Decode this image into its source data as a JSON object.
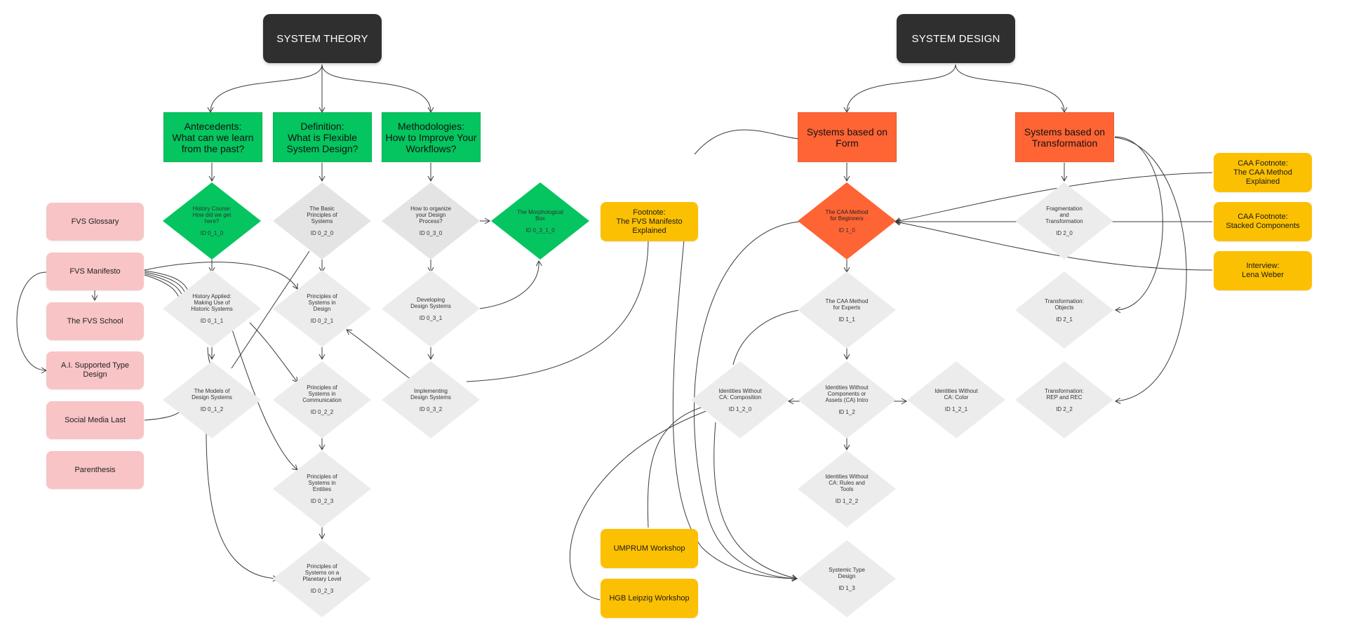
{
  "roots": {
    "system_theory": "SYSTEM THEORY",
    "system_design": "SYSTEM DESIGN"
  },
  "categories": {
    "antecedents": [
      "Antecedents:",
      "What can we learn",
      "from the past?"
    ],
    "definition": [
      "Definition:",
      "What is Flexible",
      "System Design?"
    ],
    "methodologies": [
      "Methodologies:",
      "How to Improve Your",
      "Workflows?"
    ],
    "systems_form": [
      "Systems based on",
      "Form"
    ],
    "systems_transformation": [
      "Systems based on",
      "Transformation"
    ]
  },
  "notes": {
    "fvs_glossary": [
      "FVS Glossary"
    ],
    "fvs_manifesto": [
      "FVS Manifesto"
    ],
    "fvs_school": [
      "The FVS School"
    ],
    "ai_type_design": [
      "A.I. Supported Type Design"
    ],
    "social_media_last": [
      "Social Media Last"
    ],
    "parenthesis": [
      "Parenthesis"
    ],
    "footnote_manifesto": [
      "Footnote:",
      "The FVS Manifesto",
      "Explained"
    ],
    "umprum": [
      "UMPRUM Workshop"
    ],
    "hgb_leipzig": [
      "HGB Leipzig Workshop"
    ],
    "caa_method_explained": [
      "CAA Footnote:",
      "The CAA Method Explained"
    ],
    "caa_stacked": [
      "CAA Footnote:",
      "Stacked Components"
    ],
    "interview_weber": [
      "Interview:",
      "Lena Weber"
    ]
  },
  "diamonds": {
    "d_0_1_0": {
      "label": [
        "History Course:",
        "How did we get",
        "here?"
      ],
      "id": "ID 0_1_0"
    },
    "d_0_1_1": {
      "label": [
        "History Applied:",
        "Making Use of",
        "Historic Systems"
      ],
      "id": "ID 0_1_1"
    },
    "d_0_1_2": {
      "label": [
        "The Models of",
        "Design Systems"
      ],
      "id": "ID 0_1_2"
    },
    "d_0_2_0": {
      "label": [
        "The Basic",
        "Principles of",
        "Systems"
      ],
      "id": "ID 0_2_0"
    },
    "d_0_2_1": {
      "label": [
        "Principles of",
        "Systems in",
        "Design"
      ],
      "id": "ID 0_2_1"
    },
    "d_0_2_2": {
      "label": [
        "Principles of",
        "Systems in",
        "Communication"
      ],
      "id": "ID 0_2_2"
    },
    "d_0_2_3a": {
      "label": [
        "Principles of",
        "Systems in",
        "Entities"
      ],
      "id": "ID 0_2_3"
    },
    "d_0_2_3b": {
      "label": [
        "Principles of",
        "Systems on a",
        "Planetary Level"
      ],
      "id": "ID 0_2_3"
    },
    "d_0_3_0": {
      "label": [
        "How to organize",
        "your Design",
        "Process?"
      ],
      "id": "ID 0_3_0"
    },
    "d_0_3_1": {
      "label": [
        "Developing",
        "Design Systems"
      ],
      "id": "ID 0_3_1"
    },
    "d_0_3_1_0": {
      "label": [
        "The Morphological",
        "Box"
      ],
      "id": "ID 0_3_1_0"
    },
    "d_0_3_2": {
      "label": [
        "Implementing",
        "Design Systems"
      ],
      "id": "ID 0_3_2"
    },
    "d_1_0": {
      "label": [
        "The CAA Method",
        "for Beginners"
      ],
      "id": "ID 1_0"
    },
    "d_1_1": {
      "label": [
        "The CAA Method",
        "for Experts"
      ],
      "id": "ID 1_1"
    },
    "d_1_2": {
      "label": [
        "Identities Without",
        "Components or",
        "Assets (CA) Intro"
      ],
      "id": "ID 1_2"
    },
    "d_1_2_0": {
      "label": [
        "Identities Without",
        "CA: Composition"
      ],
      "id": "ID 1_2_0"
    },
    "d_1_2_1": {
      "label": [
        "Identities Without",
        "CA: Color"
      ],
      "id": "ID 1_2_1"
    },
    "d_1_2_2": {
      "label": [
        "Identities Without",
        "CA: Rules and",
        "Tools"
      ],
      "id": "ID 1_2_2"
    },
    "d_1_3": {
      "label": [
        "Systemic Type",
        "Design"
      ],
      "id": "ID 1_3"
    },
    "d_2_0": {
      "label": [
        "Fragmentation",
        "and",
        "Transformation"
      ],
      "id": "ID 2_0"
    },
    "d_2_1": {
      "label": [
        "Transformation:",
        "Objects"
      ],
      "id": "ID 2_1"
    },
    "d_2_2": {
      "label": [
        "Transformation:",
        "REP and REC"
      ],
      "id": "ID 2_2"
    }
  },
  "colors": {
    "root": "#2f2f2f",
    "green": "#04c55f",
    "orange": "#ff6434",
    "pink": "#f8c4c6",
    "yellow": "#fcc002",
    "diamond_grey": "#ececec",
    "line": "#3a3a3a"
  }
}
